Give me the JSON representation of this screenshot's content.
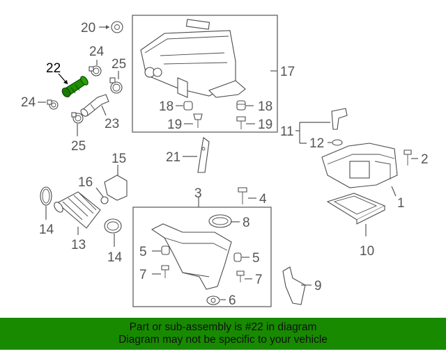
{
  "callouts": {
    "c2": "2",
    "c1": "1",
    "c3": "3",
    "c4": "4",
    "c5a": "5",
    "c5b": "5",
    "c6": "6",
    "c7a": "7",
    "c7b": "7",
    "c8": "8",
    "c9": "9",
    "c10": "10",
    "c11": "11",
    "c12": "12",
    "c13": "13",
    "c14a": "14",
    "c14b": "14",
    "c15": "15",
    "c16": "16",
    "c17": "17",
    "c18a": "18",
    "c18b": "18",
    "c19a": "19",
    "c19b": "19",
    "c20": "20",
    "c21": "21",
    "c22": "22",
    "c23": "23",
    "c24a": "24",
    "c24b": "24",
    "c25a": "25",
    "c25b": "25"
  },
  "highlight_color": "#1f8f00",
  "banner": {
    "line1": "Part or sub-assembly is #22 in diagram",
    "line2": "Diagram may not be specific to your vehicle",
    "color": "#188a00"
  }
}
